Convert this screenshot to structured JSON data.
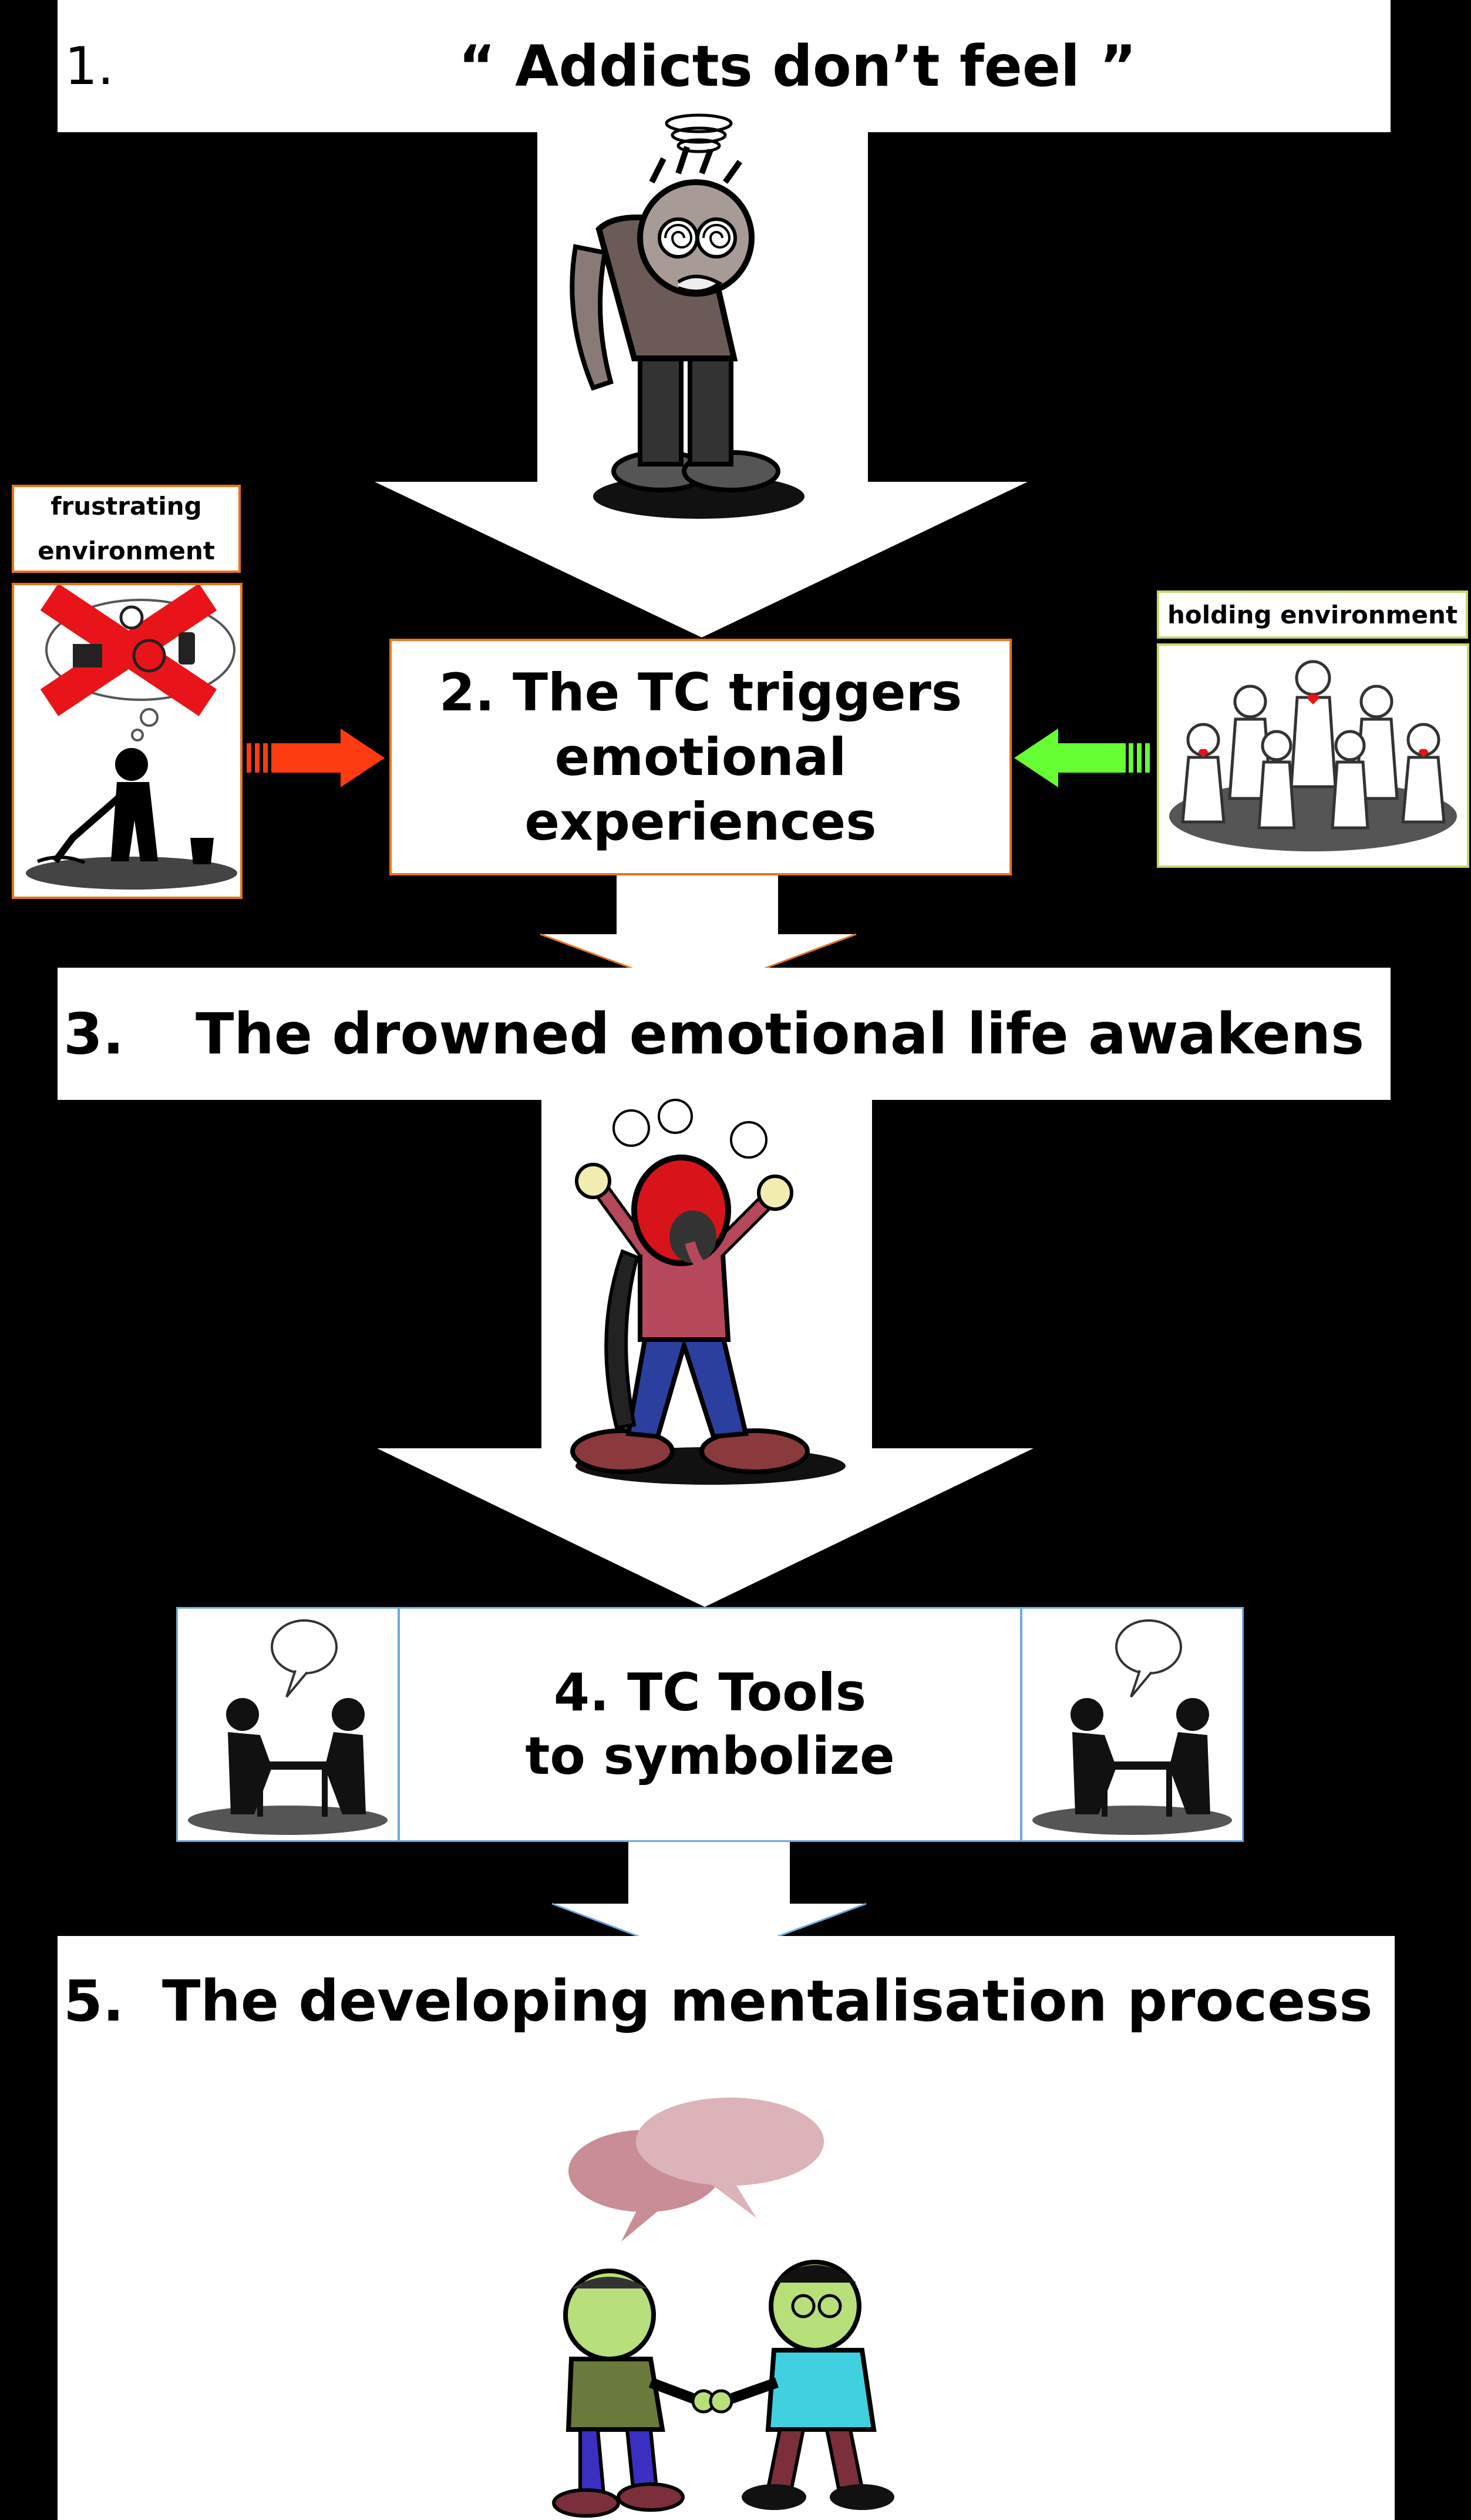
{
  "step1": {
    "number": "1.",
    "title": "“ Addicts don’t feel ”"
  },
  "step2": {
    "title_lines": [
      "2.  The TC triggers",
      "emotional",
      "experiences"
    ]
  },
  "step3": {
    "number": "3.",
    "title": "The drowned emotional life awakens"
  },
  "step4": {
    "title_lines": [
      "4.  TC Tools",
      "to symbolize"
    ]
  },
  "step5": {
    "number": "5.",
    "title": "The developing mentalisation process"
  },
  "left_panel": {
    "label_lines": [
      "frustrating",
      "environment"
    ],
    "border_color": "#e8731f",
    "arrow_color": "#ff3b12"
  },
  "right_panel": {
    "label": "holding environment",
    "border_color": "#c9d66b",
    "arrow_color": "#66ff33"
  },
  "colors": {
    "background": "#000000",
    "box": "#ffffff",
    "step2_border": "#e8731f",
    "step4_border": "#6fa8dc"
  }
}
